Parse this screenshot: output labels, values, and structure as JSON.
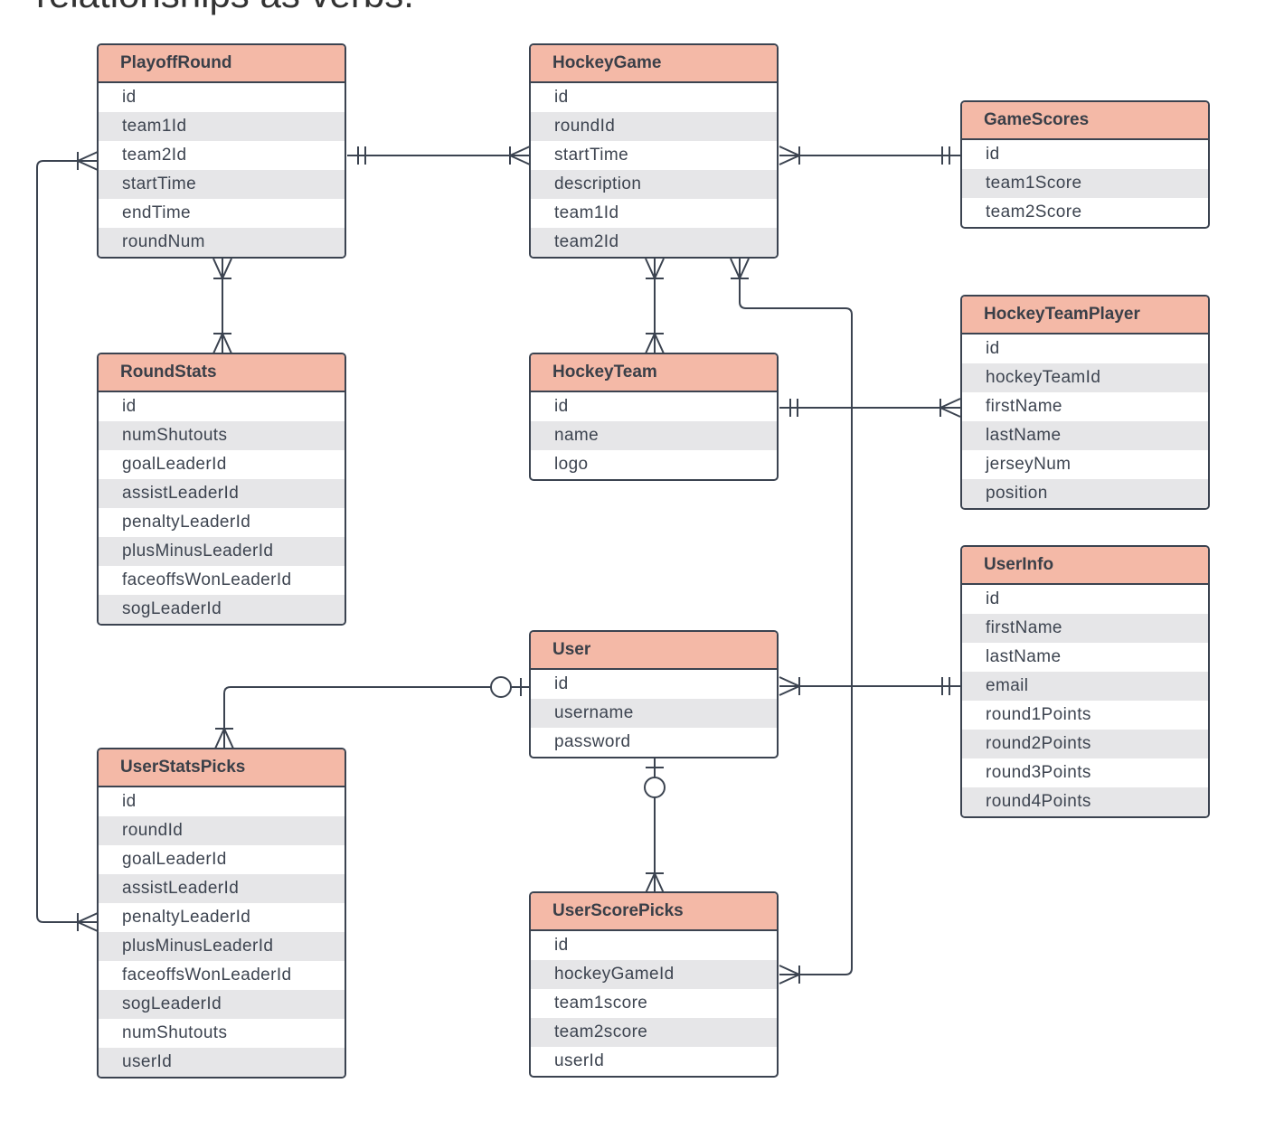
{
  "page_heading": "relationships as verbs.",
  "colors": {
    "header_fill": "#f4b9a7",
    "border": "#3b4350",
    "stripe": "#e6e6e8",
    "text": "#3d4450"
  },
  "entities": [
    {
      "id": "playoff-round",
      "name": "PlayoffRound",
      "fields": [
        "id",
        "team1Id",
        "team2Id",
        "startTime",
        "endTime",
        "roundNum"
      ]
    },
    {
      "id": "hockey-game",
      "name": "HockeyGame",
      "fields": [
        "id",
        "roundId",
        "startTime",
        "description",
        "team1Id",
        "team2Id"
      ]
    },
    {
      "id": "game-scores",
      "name": "GameScores",
      "fields": [
        "id",
        "team1Score",
        "team2Score"
      ]
    },
    {
      "id": "round-stats",
      "name": "RoundStats",
      "fields": [
        "id",
        "numShutouts",
        "goalLeaderId",
        "assistLeaderId",
        "penaltyLeaderId",
        "plusMinusLeaderId",
        "faceoffsWonLeaderId",
        "sogLeaderId"
      ]
    },
    {
      "id": "hockey-team",
      "name": "HockeyTeam",
      "fields": [
        "id",
        "name",
        "logo"
      ]
    },
    {
      "id": "hockey-team-player",
      "name": "HockeyTeamPlayer",
      "fields": [
        "id",
        "hockeyTeamId",
        "firstName",
        "lastName",
        "jerseyNum",
        "position"
      ]
    },
    {
      "id": "user-info",
      "name": "UserInfo",
      "fields": [
        "id",
        "firstName",
        "lastName",
        "email",
        "round1Points",
        "round2Points",
        "round3Points",
        "round4Points"
      ]
    },
    {
      "id": "user",
      "name": "User",
      "fields": [
        "id",
        "username",
        "password"
      ]
    },
    {
      "id": "user-stats-picks",
      "name": "UserStatsPicks",
      "fields": [
        "id",
        "roundId",
        "goalLeaderId",
        "assistLeaderId",
        "penaltyLeaderId",
        "plusMinusLeaderId",
        "faceoffsWonLeaderId",
        "sogLeaderId",
        "numShutouts",
        "userId"
      ]
    },
    {
      "id": "user-score-picks",
      "name": "UserScorePicks",
      "fields": [
        "id",
        "hockeyGameId",
        "team1score",
        "team2score",
        "userId"
      ]
    }
  ],
  "relationships": [
    {
      "from": "PlayoffRound",
      "from_card": "one-and-only-one",
      "to": "HockeyGame",
      "to_card": "one-or-many"
    },
    {
      "from": "HockeyGame",
      "from_card": "one-or-many",
      "to": "GameScores",
      "to_card": "one-and-only-one"
    },
    {
      "from": "PlayoffRound",
      "from_card": "one-or-many",
      "to": "RoundStats",
      "to_card": "one-or-many"
    },
    {
      "from": "HockeyGame",
      "from_card": "one-or-many",
      "to": "HockeyTeam",
      "to_card": "one-or-many"
    },
    {
      "from": "HockeyTeam",
      "from_card": "one-and-only-one",
      "to": "HockeyTeamPlayer",
      "to_card": "one-or-many"
    },
    {
      "from": "HockeyGame",
      "from_card": "one-or-many",
      "to": "UserScorePicks",
      "to_card": "one-or-many"
    },
    {
      "from": "User",
      "from_card": "one-or-many",
      "to": "UserInfo",
      "to_card": "one-and-only-one"
    },
    {
      "from": "User",
      "from_card": "zero-or-one",
      "to": "UserStatsPicks",
      "to_card": "one-or-many"
    },
    {
      "from": "User",
      "from_card": "zero-or-one",
      "to": "UserScorePicks",
      "to_card": "one-or-many"
    },
    {
      "from": "PlayoffRound",
      "from_card": "one-or-many",
      "to": "UserStatsPicks",
      "to_card": "one-or-many"
    }
  ]
}
